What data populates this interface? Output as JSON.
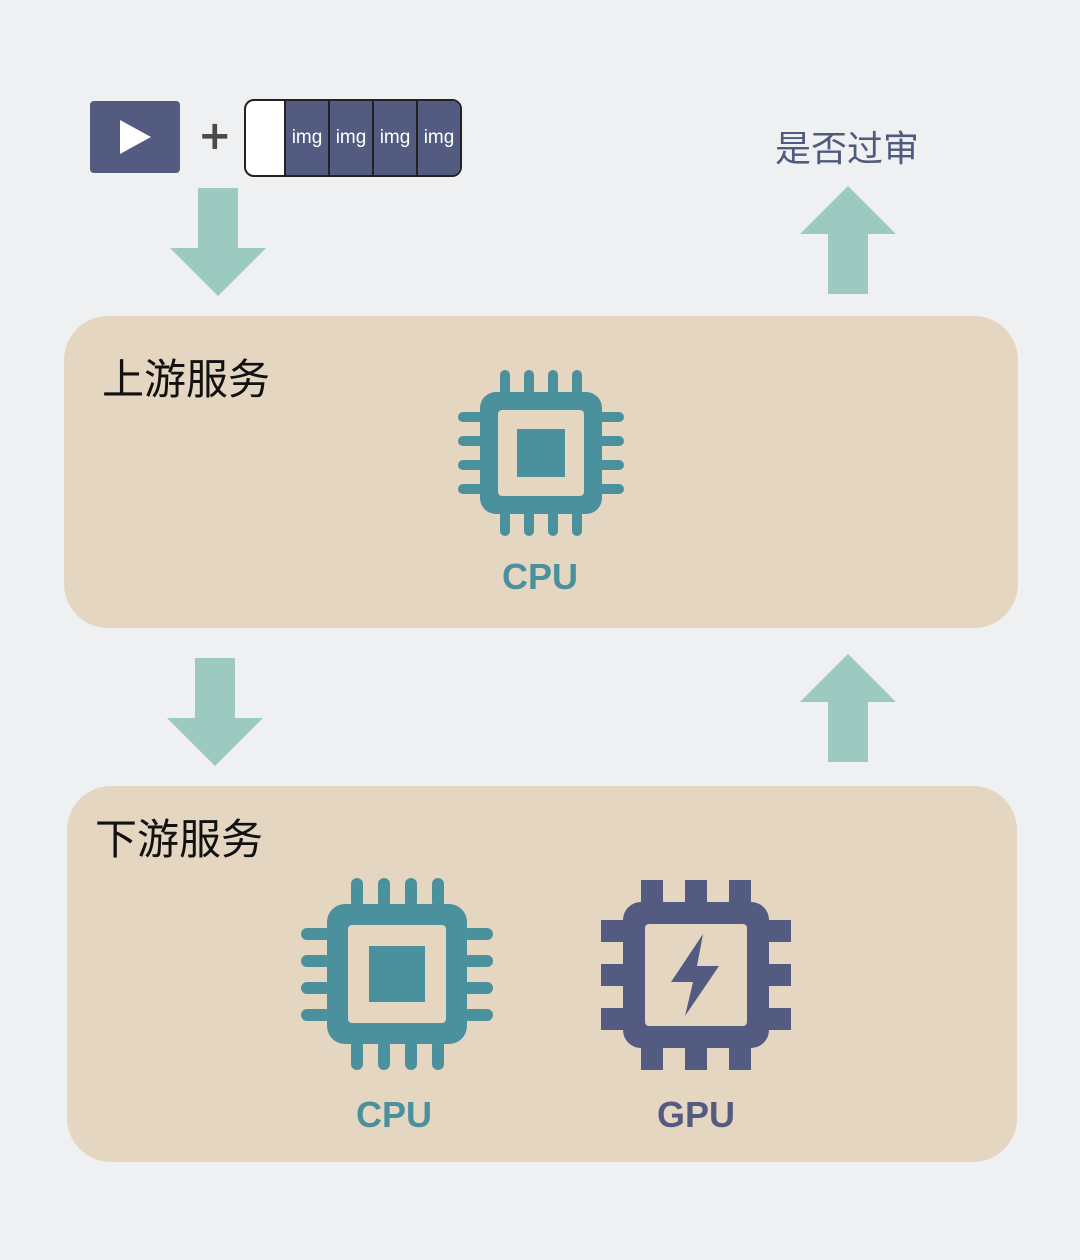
{
  "input": {
    "video_icon": "play-icon",
    "plus_sign": "+",
    "frames": [
      "img",
      "img",
      "img",
      "img"
    ]
  },
  "output": {
    "label": "是否过审"
  },
  "upstream": {
    "title": "上游服务",
    "chips": [
      {
        "icon": "cpu-chip-icon",
        "label": "CPU"
      }
    ]
  },
  "downstream": {
    "title": "下游服务",
    "chips": [
      {
        "icon": "cpu-chip-icon",
        "label": "CPU"
      },
      {
        "icon": "gpu-chip-icon",
        "label": "GPU"
      }
    ]
  },
  "colors": {
    "background": "#eff0f2",
    "panel": "#e5d6c1",
    "arrow": "#9ccac0",
    "cpu": "#4b919d",
    "gpu": "#535c80"
  }
}
